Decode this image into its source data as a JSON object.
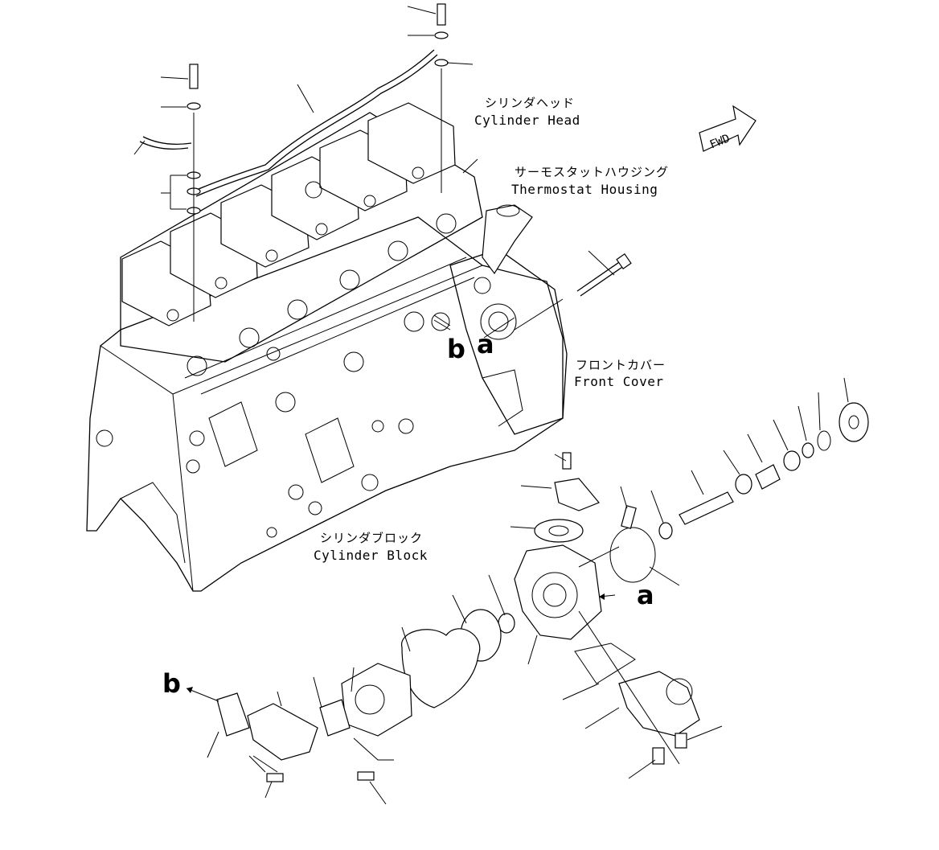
{
  "labels": {
    "cylinder_head": {
      "jp": "シリンダヘッド",
      "en": "Cylinder Head"
    },
    "thermostat_housing": {
      "jp": "サーモスタットハウジング",
      "en": "Thermostat Housing"
    },
    "front_cover": {
      "jp": "フロントカバー",
      "en": "Front Cover"
    },
    "cylinder_block": {
      "jp": "シリンダブロック",
      "en": "Cylinder Block"
    }
  },
  "refs": {
    "a": "a",
    "b": "b"
  },
  "fwd": "FWD"
}
